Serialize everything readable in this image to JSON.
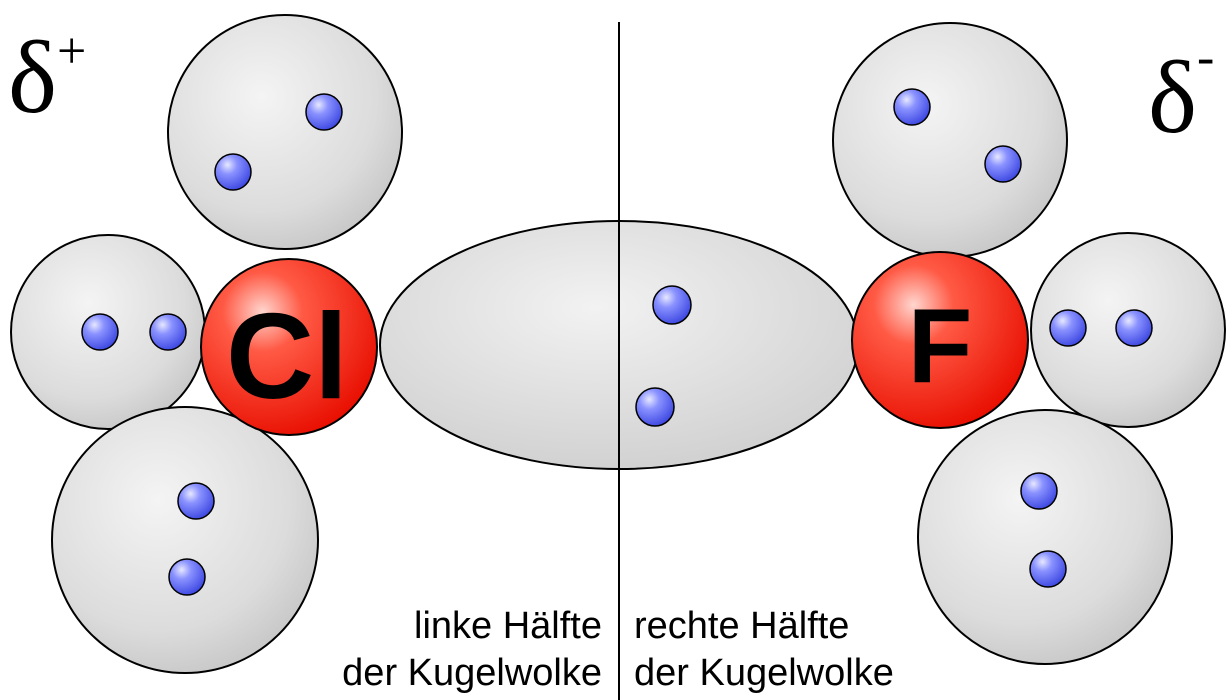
{
  "charges": {
    "left": {
      "symbol": "δ",
      "sign": "+"
    },
    "right": {
      "symbol": "δ",
      "sign": "-"
    }
  },
  "atoms": {
    "chlorine": "Cl",
    "fluorine": "F"
  },
  "captions": {
    "left": {
      "line1": "linke Hälfte",
      "line2": "der Kugelwolke"
    },
    "right": {
      "line1": "rechte Hälfte",
      "line2": "der Kugelwolke"
    }
  },
  "colors": {
    "cloud": "#dedede",
    "atom": "#ff1a0a",
    "electron": "#4a55ee",
    "outline": "#000000"
  }
}
